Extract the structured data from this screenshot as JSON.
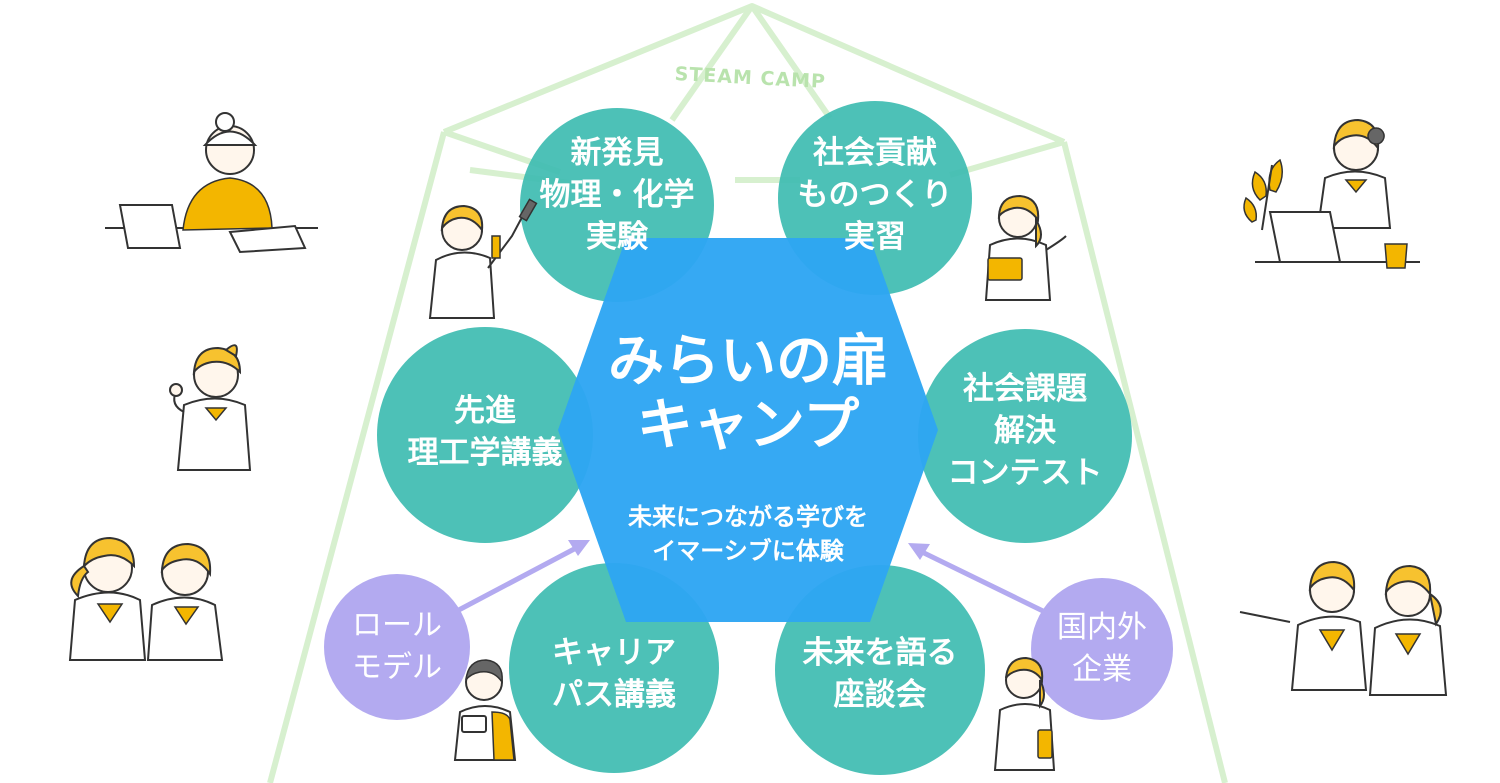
{
  "frame": {
    "label": "STEAM CAMP",
    "color": "#d7f0cf"
  },
  "hub": {
    "title_lines": [
      "みらいの扉",
      "キャンプ"
    ],
    "subtitle_lines": [
      "未来につながる学びを",
      "イマーシブに体験"
    ],
    "color": "#2ea6f2"
  },
  "nodes": [
    {
      "id": "discovery",
      "lines": [
        "新発見",
        "物理・化学",
        "実験"
      ]
    },
    {
      "id": "contribution",
      "lines": [
        "社会貢献",
        "ものつくり",
        "実習"
      ]
    },
    {
      "id": "lecture",
      "lines": [
        "先進",
        "理工学講義"
      ]
    },
    {
      "id": "contest",
      "lines": [
        "社会課題",
        "解決",
        "コンテスト"
      ]
    },
    {
      "id": "career",
      "lines": [
        "キャリア",
        "パス講義"
      ]
    },
    {
      "id": "future",
      "lines": [
        "未来を語る",
        "座談会"
      ]
    }
  ],
  "node_color": "#3fbcb2",
  "side_nodes": [
    {
      "id": "role-model",
      "lines": [
        "ロール",
        "モデル"
      ]
    },
    {
      "id": "companies",
      "lines": [
        "国内外",
        "企業"
      ]
    }
  ],
  "side_color": "#b3aaf0",
  "icons": {
    "student_laptop_left": "student-laptop-icon",
    "student_cheer": "student-cheer-icon",
    "students_pair_left": "students-pair-icon",
    "student_headset_laptop": "student-headset-laptop-icon",
    "students_pointing": "students-pointing-icon",
    "scientist": "scientist-icon",
    "engineer": "engineer-icon",
    "mentor_notebook": "mentor-notebook-icon",
    "businesswoman": "businesswoman-icon"
  }
}
